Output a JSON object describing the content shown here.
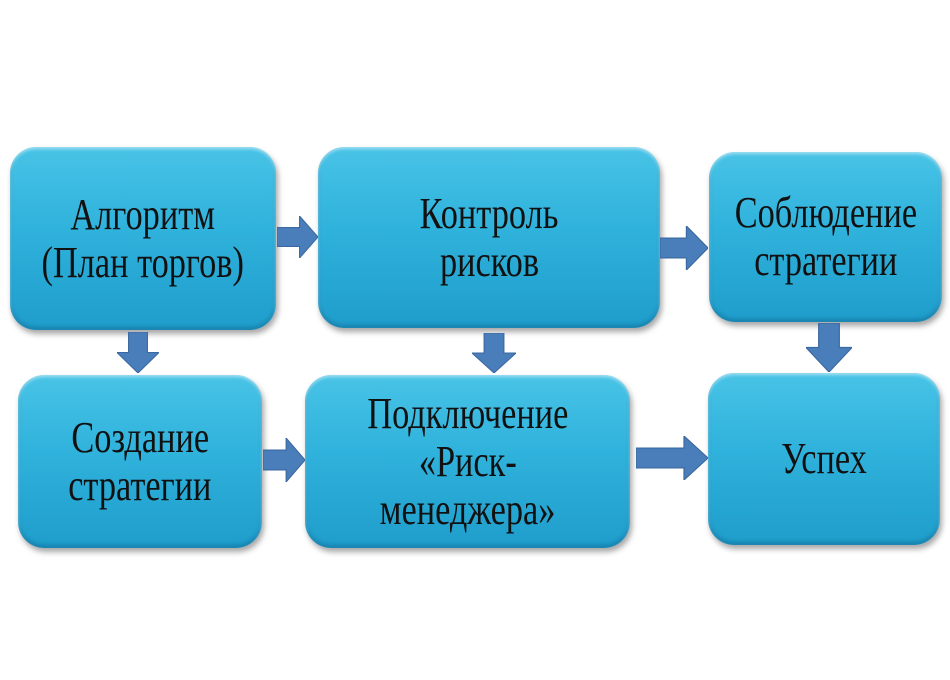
{
  "diagram": {
    "nodes": [
      {
        "id": "algorithm",
        "lines": [
          "Алгоритм",
          "(План торгов)"
        ]
      },
      {
        "id": "risk-control",
        "lines": [
          "Контроль",
          "рисков"
        ]
      },
      {
        "id": "strategy-compliance",
        "lines": [
          "Соблюдение",
          "стратегии"
        ]
      },
      {
        "id": "strategy-creation",
        "lines": [
          "Создание",
          "стратегии"
        ]
      },
      {
        "id": "risk-manager",
        "lines": [
          "Подключение",
          "«Риск-",
          "менеджера»"
        ]
      },
      {
        "id": "success",
        "lines": [
          "Успех"
        ]
      }
    ],
    "edges": [
      [
        "algorithm",
        "risk-control"
      ],
      [
        "risk-control",
        "strategy-compliance"
      ],
      [
        "algorithm",
        "strategy-creation"
      ],
      [
        "risk-control",
        "risk-manager"
      ],
      [
        "strategy-compliance",
        "success"
      ],
      [
        "strategy-creation",
        "risk-manager"
      ],
      [
        "risk-manager",
        "success"
      ]
    ],
    "colors": {
      "box": "#2fb2dc",
      "arrow": "#4a7ebb",
      "text": "#111111"
    }
  }
}
